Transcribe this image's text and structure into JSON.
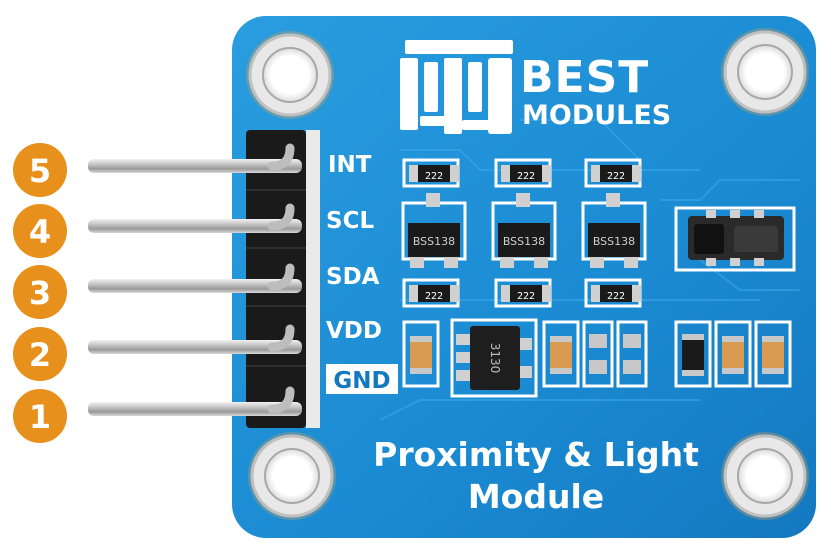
{
  "brand": {
    "line1": "BEST",
    "line2": "MODULES"
  },
  "module_title": {
    "line1": "Proximity & Light",
    "line2": "Module"
  },
  "pins": [
    {
      "number": "5",
      "label": "INT"
    },
    {
      "number": "4",
      "label": "SCL"
    },
    {
      "number": "3",
      "label": "SDA"
    },
    {
      "number": "2",
      "label": "VDD"
    },
    {
      "number": "1",
      "label": "GND"
    }
  ],
  "components": {
    "resistor_code": "222",
    "transistor_code": "BSS138",
    "regulator_code": "3130"
  },
  "colors": {
    "pcb": "#1b8fd6",
    "badge": "#e8901c",
    "silkscreen": "#ffffff"
  }
}
